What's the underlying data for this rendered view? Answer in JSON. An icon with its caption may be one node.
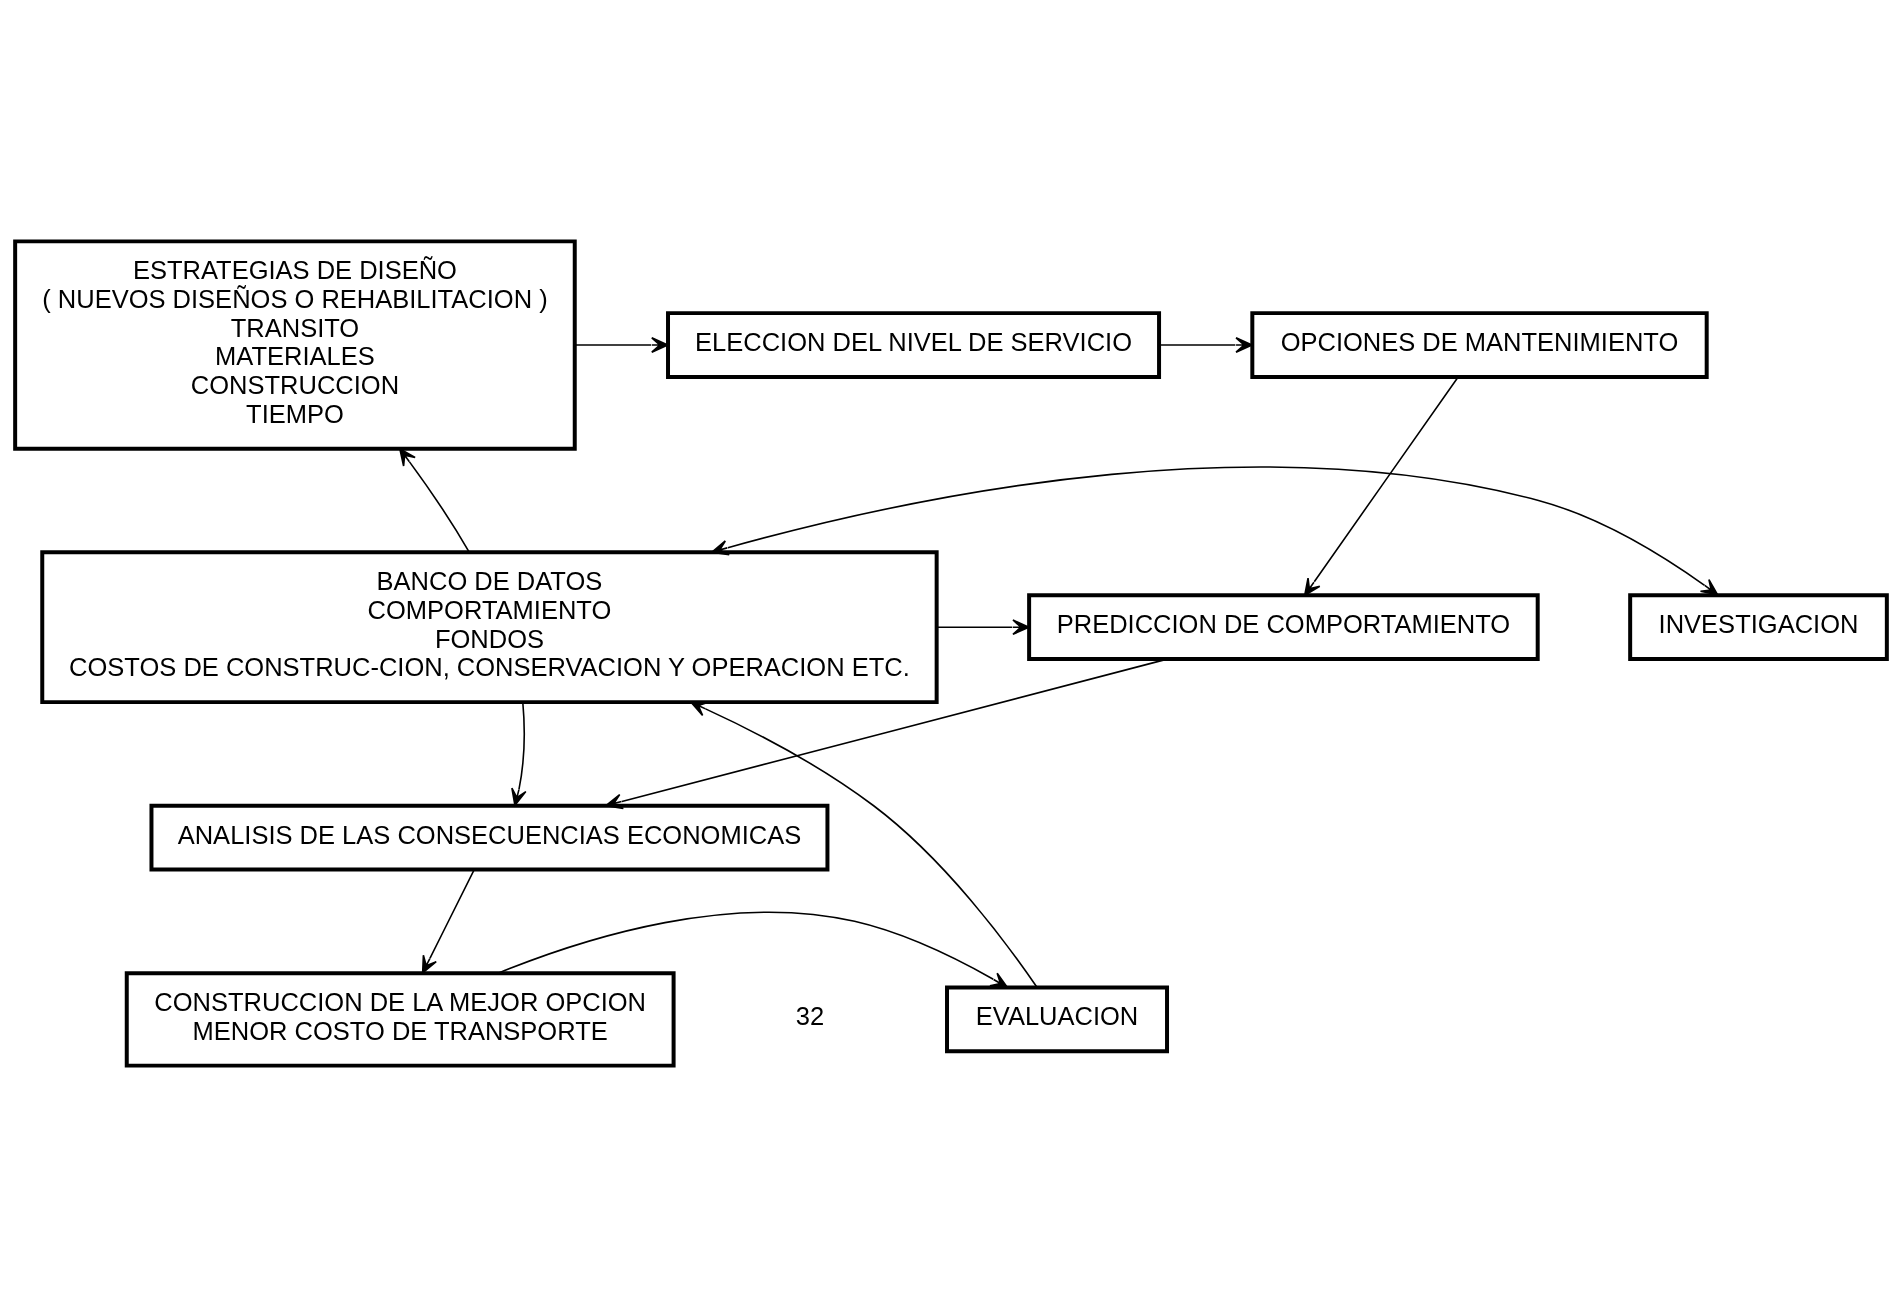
{
  "diagram": {
    "nodes": [
      {
        "text": [
          "ESTRATEGIAS DE DISEÑO",
          "( NUEVOS DISEÑOS O REHABILITACION )",
          "TRANSITO",
          "MATERIALES",
          "CONSTRUCCION",
          "TIEMPO"
        ]
      },
      {
        "text": [
          "ELECCION DEL NIVEL DE SERVICIO"
        ]
      },
      {
        "text": [
          "OPCIONES DE MANTENIMIENTO"
        ]
      },
      {
        "text": [
          "BANCO DE DATOS",
          "COMPORTAMIENTO",
          "FONDOS",
          "COSTOS DE CONSTRUC-CION, CONSERVACION Y OPERACION ETC."
        ]
      },
      {
        "text": [
          "INVESTIGACION"
        ]
      },
      {
        "text": [
          "PREDICCION DE COMPORTAMIENTO"
        ]
      },
      {
        "text": [
          "ANALISIS DE LAS CONSECUENCIAS ECONOMICAS"
        ]
      },
      {
        "text": [
          "CONSTRUCCION DE LA MEJOR OPCION",
          "MENOR COSTO DE TRANSPORTE"
        ]
      },
      {
        "text": [
          "EVALUACION"
        ]
      }
    ],
    "edges": [
      {
        "from": 0,
        "to": 1,
        "arrow": "to"
      },
      {
        "from": 1,
        "to": 2,
        "arrow": "to"
      },
      {
        "from": 2,
        "to": 5,
        "arrow": "to"
      },
      {
        "from": 3,
        "to": 0,
        "arrow": "to"
      },
      {
        "from": 3,
        "to": 5,
        "arrow": "to"
      },
      {
        "from": 3,
        "to": 4,
        "arrow": "both"
      },
      {
        "from": 3,
        "to": 6,
        "arrow": "to"
      },
      {
        "from": 5,
        "to": 6,
        "arrow": "to"
      },
      {
        "from": 6,
        "to": 7,
        "arrow": "to"
      },
      {
        "from": 7,
        "to": 8,
        "arrow": "to"
      },
      {
        "from": 8,
        "to": 3,
        "arrow": "to"
      }
    ],
    "labels": [
      "32"
    ]
  }
}
